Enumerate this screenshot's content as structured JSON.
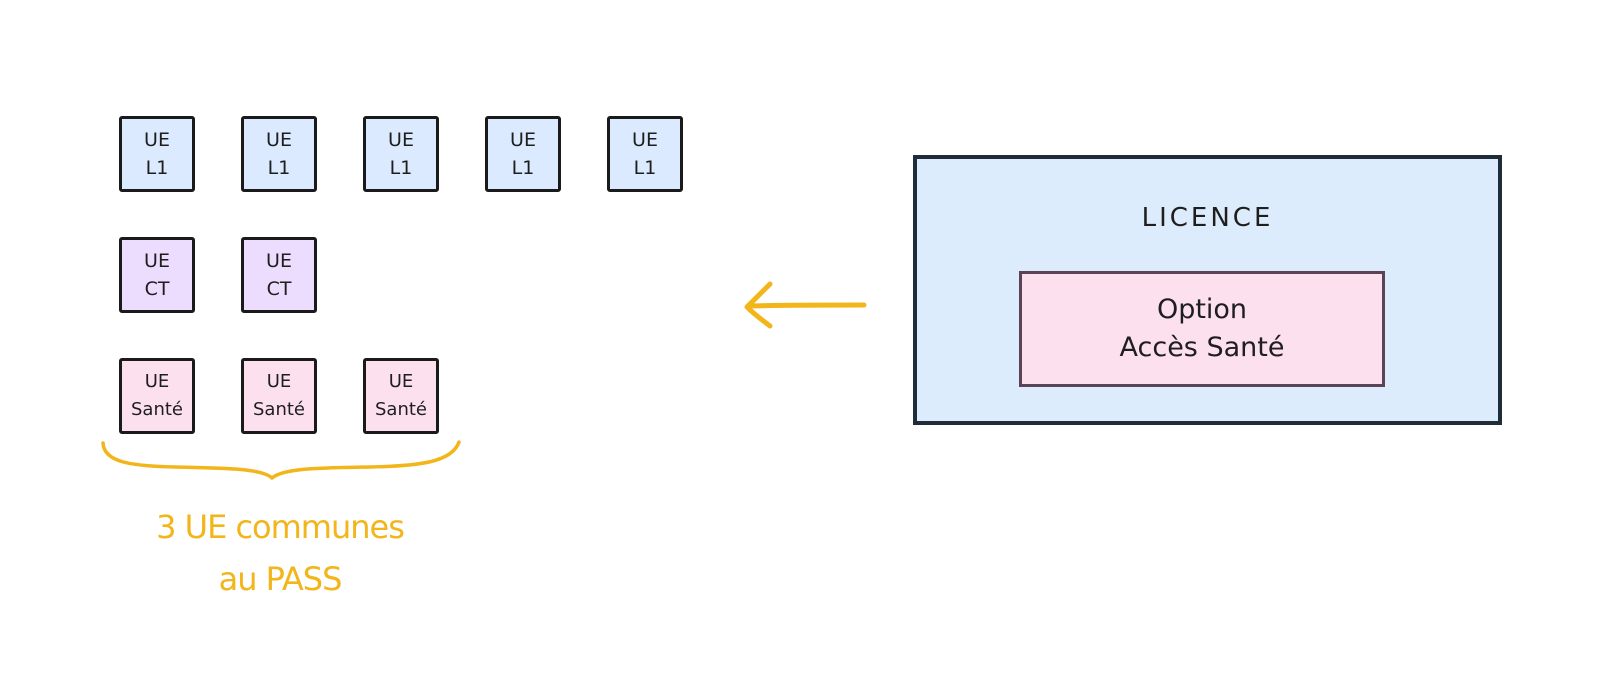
{
  "ue_l1": [
    {
      "line1": "UE",
      "line2": "L1"
    },
    {
      "line1": "UE",
      "line2": "L1"
    },
    {
      "line1": "UE",
      "line2": "L1"
    },
    {
      "line1": "UE",
      "line2": "L1"
    },
    {
      "line1": "UE",
      "line2": "L1"
    }
  ],
  "ue_ct": [
    {
      "line1": "UE",
      "line2": "CT"
    },
    {
      "line1": "UE",
      "line2": "CT"
    }
  ],
  "ue_sante": [
    {
      "line1": "UE",
      "line2": "Santé"
    },
    {
      "line1": "UE",
      "line2": "Santé"
    },
    {
      "line1": "UE",
      "line2": "Santé"
    }
  ],
  "annotation": {
    "line1": "3 UE communes",
    "line2": "au PASS"
  },
  "licence": {
    "title": "LICENCE",
    "option_line1": "Option",
    "option_line2": "Accès Santé"
  },
  "colors": {
    "l1_fill": "#dbeafe",
    "ct_fill": "#ecdcfd",
    "sante_fill": "#fde0ee",
    "licence_fill": "#dcecfc",
    "accent": "#f2b51a",
    "stroke": "#1a1a1a"
  }
}
